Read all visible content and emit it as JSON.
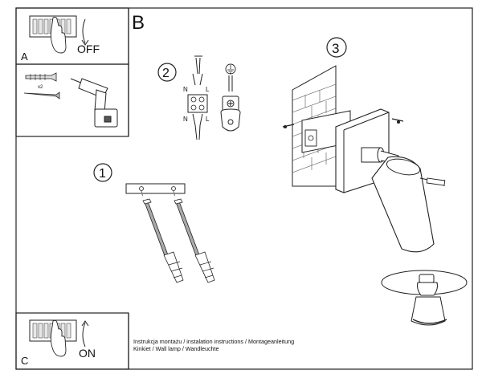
{
  "panels": {
    "a_label": "A",
    "off_label": "OFF",
    "b_label": "B",
    "c_label": "C",
    "on_label": "ON"
  },
  "steps": {
    "one": "1",
    "two": "2",
    "three": "3"
  },
  "screws_count": "x2",
  "terminal": {
    "n_top": "N",
    "l_top": "L",
    "n_bottom": "N",
    "l_bottom": "L"
  },
  "caption": {
    "line1": "Instrukcja montażu / instalation instructions / Montageanleitung",
    "line2": "Kinkiet / Wall lamp / Wandleuchte"
  }
}
